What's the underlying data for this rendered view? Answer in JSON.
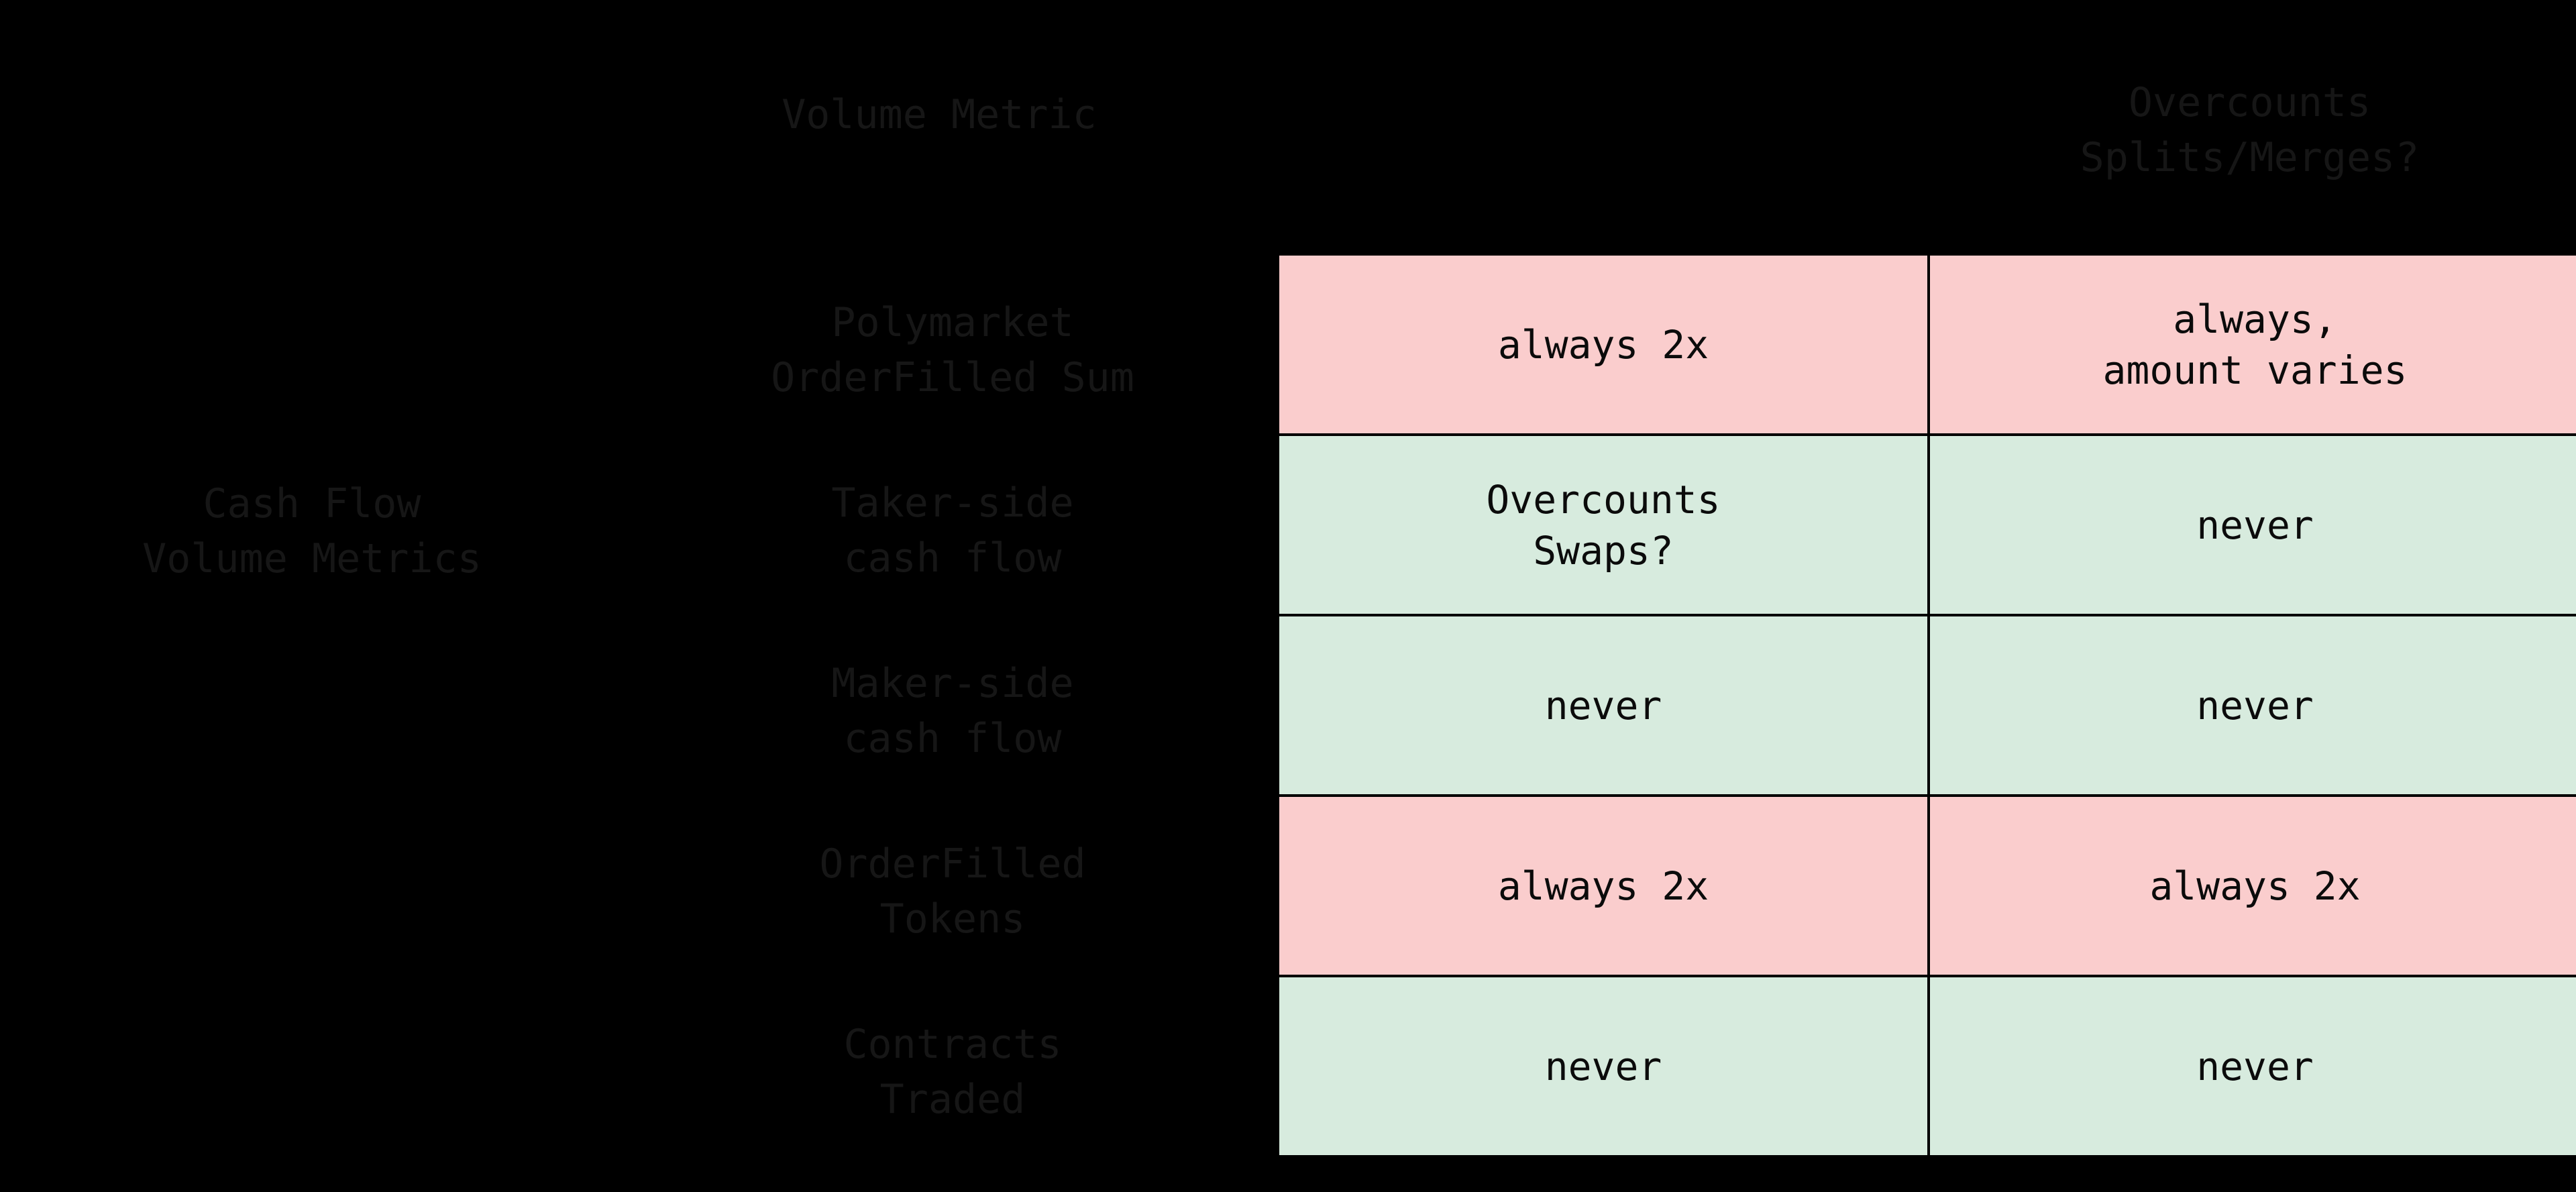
{
  "figure": {
    "background_color": "#000000",
    "label_color": "#161616",
    "cell_text_color": "#0b0b0b",
    "border_color": "#000000",
    "pink_color": "#facdcd",
    "green_color": "#d7ebde"
  },
  "headers": {
    "volume_metric": "Volume Metric",
    "overcounts_splits_merges": "Overcounts\nSplits/Merges?"
  },
  "group_labels": {
    "cash_flow_volume_metrics": "Cash Flow\nVolume Metrics"
  },
  "rows": [
    {
      "label": "Polymarket\nOrderFilled Sum",
      "cells": [
        {
          "text": "always 2x",
          "status": "pink"
        },
        {
          "text": "always,\namount varies",
          "status": "pink"
        }
      ]
    },
    {
      "label": "Taker-side\ncash flow",
      "cells": [
        {
          "text": "Overcounts\nSwaps?",
          "status": "green"
        },
        {
          "text": "never",
          "status": "green"
        }
      ]
    },
    {
      "label": "Maker-side\ncash flow",
      "cells": [
        {
          "text": "never",
          "status": "green"
        },
        {
          "text": "never",
          "status": "green"
        }
      ]
    },
    {
      "label": "OrderFilled\nTokens",
      "cells": [
        {
          "text": "always 2x",
          "status": "pink"
        },
        {
          "text": "always 2x",
          "status": "pink"
        }
      ]
    },
    {
      "label": "Contracts\nTraded",
      "cells": [
        {
          "text": "never",
          "status": "green"
        },
        {
          "text": "never",
          "status": "green"
        }
      ]
    }
  ]
}
